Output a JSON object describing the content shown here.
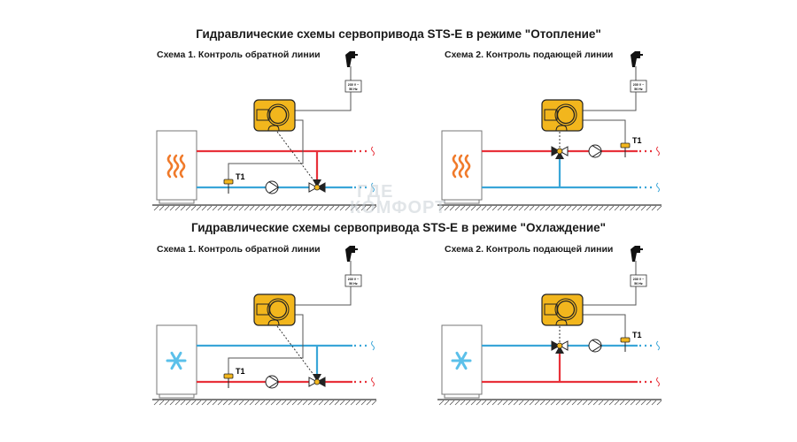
{
  "headings": {
    "heating": "Гидравлические схемы сервопривода STS-E в режиме \"Отопление\"",
    "cooling": "Гидравлические схемы сервопривода STS-E в режиме \"Охлаждение\""
  },
  "panels": [
    {
      "mode": "heating",
      "scheme": 1,
      "label": "Схема 1.  Контроль обратной линии",
      "icon": "heat-waves-icon"
    },
    {
      "mode": "heating",
      "scheme": 2,
      "label": "Схема 2.  Контроль подающей линии",
      "icon": "heat-waves-icon"
    },
    {
      "mode": "cooling",
      "scheme": 1,
      "label": "Схема 1.  Контроль обратной линии",
      "icon": "snowflake-icon"
    },
    {
      "mode": "cooling",
      "scheme": 2,
      "label": "Схема 2.  Контроль подающей линии",
      "icon": "snowflake-icon"
    }
  ],
  "power_label": {
    "line1": "230 V ~",
    "line2": "50 Hz"
  },
  "sensor_label": "T1",
  "watermark": {
    "line1": "ГДЕ",
    "line2": "КОМФОРТ"
  },
  "colors": {
    "hot": "#e8313a",
    "cold": "#3aa6d8",
    "actuator": "#f2b61d",
    "heat_icon": "#f07a2a",
    "snow_icon": "#5bc0ea",
    "wire": "#555555"
  }
}
